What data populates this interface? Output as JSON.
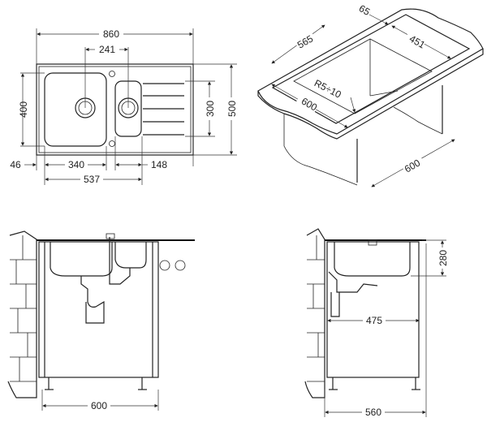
{
  "plan_view": {
    "overall_width": "860",
    "drain_spacing": "241",
    "main_bowl_depth": "400",
    "second_bowl_depth": "300",
    "overall_depth": "500",
    "left_margin": "46",
    "main_bowl_width": "340",
    "second_bowl_width": "148",
    "bowls_total_width": "537"
  },
  "isometric_view": {
    "edge_offset": "65",
    "cutout_length": "565",
    "cutout_width": "451",
    "corner_radius": "R5÷10",
    "cabinet_width": "600",
    "cabinet_depth": "600"
  },
  "front_view": {
    "cabinet_width": "600"
  },
  "side_view": {
    "drain_depth": "475",
    "bowl_height": "280",
    "cabinet_depth": "560"
  },
  "colors": {
    "line": "#222222",
    "background": "#ffffff"
  }
}
